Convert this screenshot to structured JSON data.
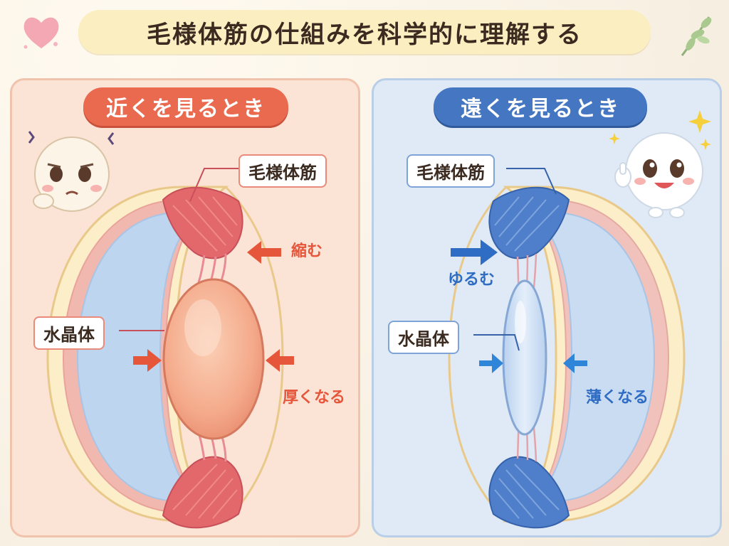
{
  "title": "毛様体筋の仕組みを科学的に理解する",
  "near": {
    "heading": "近くを見るとき",
    "muscle_label": "毛様体筋",
    "lens_label": "水晶体",
    "muscle_action": "縮む",
    "lens_action": "厚くなる",
    "mascot_mood": "tired",
    "colors": {
      "accent": "#ea6a4f",
      "panel": "#fbe3d6",
      "muscle": "#e2676a",
      "lens": "#f5a98b"
    }
  },
  "far": {
    "heading": "遠くを見るとき",
    "muscle_label": "毛様体筋",
    "lens_label": "水晶体",
    "muscle_action": "ゆるむ",
    "lens_action": "薄くなる",
    "mascot_mood": "happy",
    "colors": {
      "accent": "#4476c2",
      "panel": "#dfeaf6",
      "muscle": "#4f7fcb",
      "lens": "#cfe0f6"
    }
  },
  "icons": [
    "heart-icon",
    "leaf-icon",
    "sparkle-icon",
    "worry-lines-icon",
    "arrow-icon"
  ]
}
